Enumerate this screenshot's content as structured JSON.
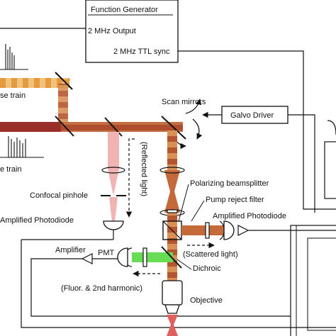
{
  "labels": {
    "function_generator": "Function Generator",
    "output_2mhz": "2 MHz Output",
    "ttl_sync": "2 MHz TTL sync",
    "pulse_train_top": "se train",
    "pulse_train_bottom": "e train",
    "scan_mirrors": "Scan mirrors",
    "galvo_driver": "Galvo Driver",
    "reflected_light": "(Reflected light)",
    "polarizing_beamsplitter": "Polarizing beamsplitter",
    "pump_reject_filter": "Pump reject filter",
    "confocal_pinhole": "Confocal pinhole",
    "amplified_photodiode_left": "Amplified Photodiode",
    "amplified_photodiode_right": "Amplified Photodiode",
    "scattered_light": "(Scattered light)",
    "amplifier": "Amplifier",
    "pmt": "PMT",
    "dichroic": "Dichroic",
    "fluor_2nd_harmonic": "(Fluor. & 2nd harmonic)",
    "objective": "Objective"
  },
  "colors": {
    "pump_beam": "#e8a350",
    "probe_beam": "#9a2f2a",
    "combined_beam": "#c46a3a",
    "reflected_beam": "#f2b3b3",
    "fluorescence_beam": "#66dd55",
    "line": "#111111"
  }
}
